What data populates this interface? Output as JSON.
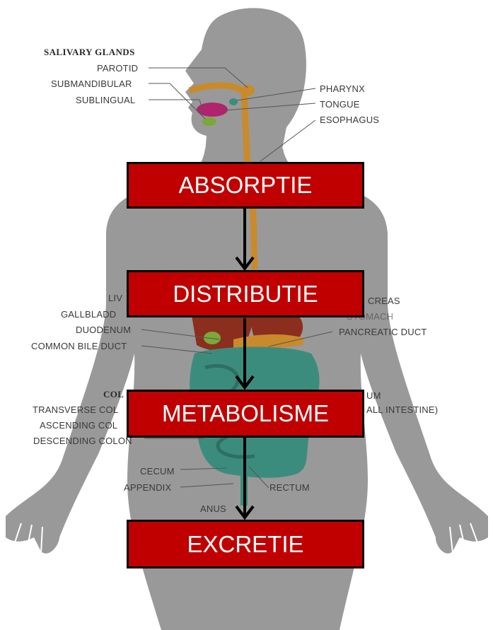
{
  "salivary": {
    "heading": "SALIVARY GLANDS",
    "parotid": "PAROTID",
    "submandibular": "SUBMANDIBULAR",
    "sublingual": "SUBLINGUAL"
  },
  "right_upper": {
    "pharynx": "PHARYNX",
    "tongue": "TONGUE",
    "esophagus": "ESOPHAGUS"
  },
  "left_mid": {
    "liver": "LIV",
    "gallbladder": "GALLBLADD",
    "duodenum": "DUODENUM",
    "common_bile_duct": "COMMON BILE DUCT"
  },
  "right_mid": {
    "pancreas": "CREAS",
    "stomach": "STOMACH",
    "pancreatic_duct": "PANCREATIC DUCT"
  },
  "colon": {
    "heading": "COL",
    "transverse": "TRANSVERSE COL",
    "ascending": "ASCENDING COL",
    "descending": "DESCENDING COLON"
  },
  "small_intestine": {
    "ileum": "UM",
    "small_intestine": "ALL INTESTINE)"
  },
  "lower": {
    "cecum": "CECUM",
    "appendix": "APPENDIX",
    "rectum": "RECTUM",
    "anus": "ANUS"
  },
  "steps": [
    "ABSORPTIE",
    "DISTRIBUTIE",
    "METABOLISME",
    "EXCRETIE"
  ],
  "colors": {
    "step_fill": "#c00000",
    "body": "#999999",
    "gut": "#3c8c7e",
    "esophagus": "#c98a2c",
    "liver": "#8b2e1e"
  }
}
